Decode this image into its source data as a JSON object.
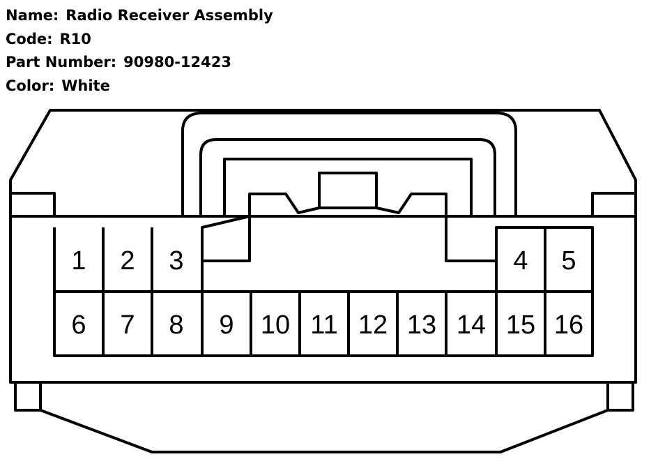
{
  "info": {
    "name_label": "Name:",
    "name_value": "Radio Receiver Assembly",
    "code_label": "Code:",
    "code_value": "R10",
    "part_label": "Part Number:",
    "part_value": "90980-12423",
    "color_label": "Color:",
    "color_value": "White"
  },
  "pins": {
    "p1": "1",
    "p2": "2",
    "p3": "3",
    "p4": "4",
    "p5": "5",
    "p6": "6",
    "p7": "7",
    "p8": "8",
    "p9": "9",
    "p10": "10",
    "p11": "11",
    "p12": "12",
    "p13": "13",
    "p14": "14",
    "p15": "15",
    "p16": "16"
  }
}
